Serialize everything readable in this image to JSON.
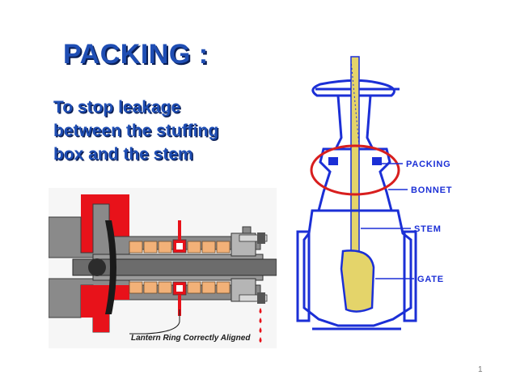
{
  "slide": {
    "title": "PACKING :",
    "subtitle_lines": [
      "To stop leakage",
      "between the stuffing",
      "box and the stem"
    ],
    "slide_number": "1"
  },
  "figure_left": {
    "caption": "Lantern Ring Correctly Aligned",
    "colors": {
      "fluid": "#e8121a",
      "packing": "#f2b178",
      "metal": "#808080",
      "dark_metal": "#4a4a4a"
    }
  },
  "figure_right": {
    "labels": [
      "PACKING",
      "BONNET",
      "STEM",
      "GATE"
    ],
    "colors": {
      "outline": "#1b2fd6",
      "highlight_circle": "#d81e1e",
      "stem_fill": "#e4d46a"
    }
  }
}
